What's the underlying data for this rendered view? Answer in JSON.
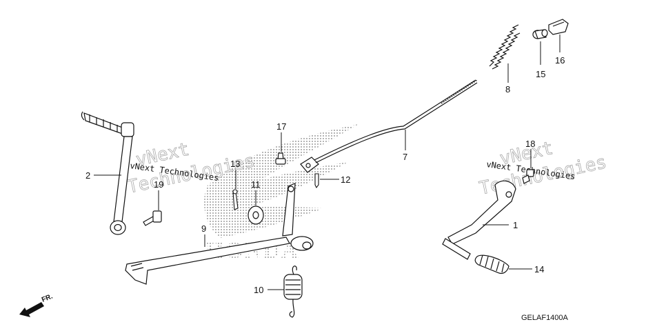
{
  "callouts": {
    "c1": "1",
    "c2": "2",
    "c7": "7",
    "c8": "8",
    "c9": "9",
    "c10": "10",
    "c11": "11",
    "c12": "12",
    "c13": "13",
    "c14": "14",
    "c15": "15",
    "c16": "16",
    "c17": "17",
    "c18": "18",
    "c19": "19"
  },
  "watermark": {
    "line_a": "vNext",
    "line_b": "Technologies",
    "inline": "vNext Technologies"
  },
  "brand_text": "HONDA",
  "diagram_code": "GELAF1400A",
  "direction_label": "FR.",
  "colors": {
    "ink": "#111111",
    "logo_gray": "#8c8c8c",
    "watermark": "#9a9a9a"
  }
}
